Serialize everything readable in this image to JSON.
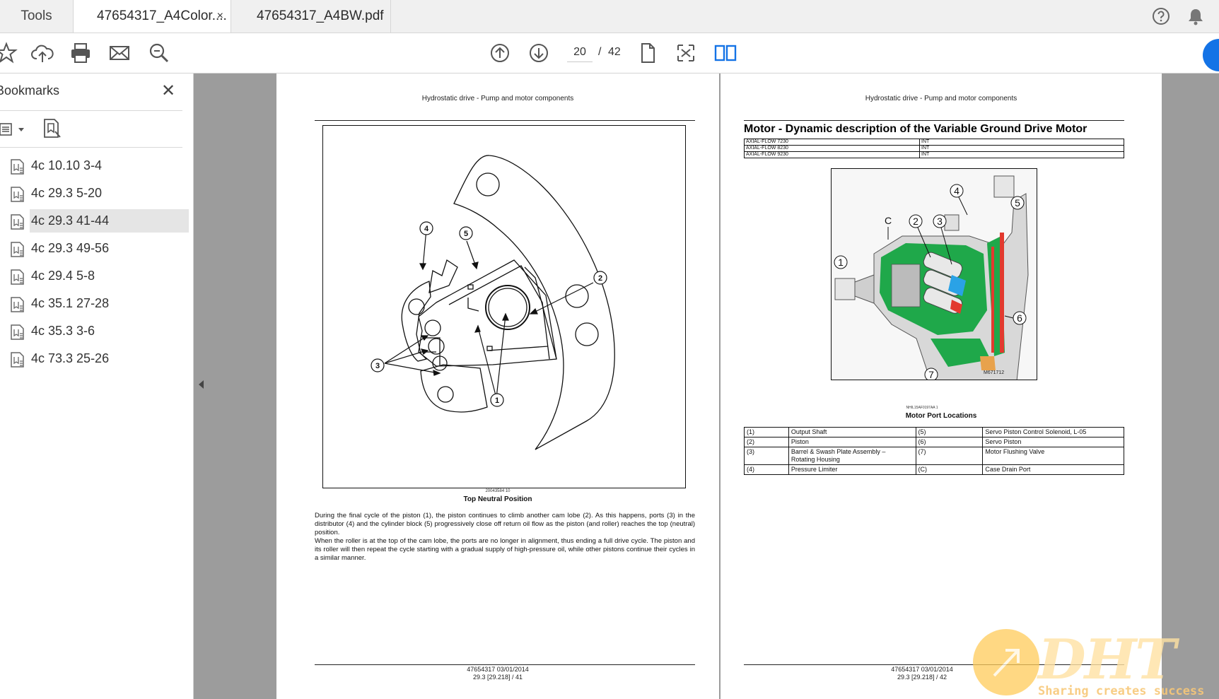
{
  "tabs": {
    "tools": "Tools",
    "doc1": "47654317_A4Color....",
    "doc1_close": "×",
    "doc2": "47654317_A4BW.pdf"
  },
  "toolbar": {
    "current_page": "20",
    "separator": "/",
    "total_pages": "42"
  },
  "sidebar": {
    "title": "Bookmarks",
    "close": "✕",
    "items": [
      {
        "label": "4c 10.10 3-4"
      },
      {
        "label": "4c 29.3 5-20"
      },
      {
        "label": "4c 29.3 41-44",
        "selected": true
      },
      {
        "label": "4c 29.3 49-56"
      },
      {
        "label": "4c 29.4 5-8"
      },
      {
        "label": "4c 35.1 27-28"
      },
      {
        "label": "4c 35.3 3-6"
      },
      {
        "label": "4c 73.3 25-26"
      }
    ]
  },
  "page1": {
    "header": "Hydrostatic drive - Pump and motor components",
    "figure_code": "20043584     10",
    "caption": "Top Neutral Position",
    "callouts": [
      "1",
      "2",
      "3",
      "4",
      "5"
    ],
    "para1": "During the final cycle of the piston (1), the piston continues to climb another cam lobe (2). As this happens, ports (3) in the distributor (4) and the cylinder block (5) progressively close off return oil flow as the piston (and roller) reaches the top (neutral) position.",
    "para2": "When the roller is at the top of the cam lobe, the ports are no longer in alignment, thus ending a full drive cycle. The piston and its roller will then repeat the cycle starting with a gradual supply of high-pressure oil, while other pistons continue their cycles in a similar manner.",
    "footer_line1": "47654317 03/01/2014",
    "footer_line2": "29.3 [29.218] / 41"
  },
  "page2": {
    "header": "Hydrostatic drive - Pump and motor components",
    "title": "Motor - Dynamic description of the Variable Ground Drive Motor",
    "models": [
      {
        "name": "AXIAL-FLOW 7230",
        "value": "INT"
      },
      {
        "name": "AXIAL-FLOW 8230",
        "value": "INT"
      },
      {
        "name": "AXIAL-FLOW 9230",
        "value": "INT"
      }
    ],
    "figure_label": "M671712",
    "callouts": [
      "1",
      "2",
      "3",
      "4",
      "5",
      "6",
      "7",
      "C"
    ],
    "figure_code": "NHIL15AF0197AA     1",
    "caption": "Motor Port Locations",
    "parts": [
      {
        "n1": "(1)",
        "d1": "Output Shaft",
        "n2": "(5)",
        "d2": "Servo Piston Control Solenoid, L-05"
      },
      {
        "n1": "(2)",
        "d1": "Piston",
        "n2": "(6)",
        "d2": "Servo Piston"
      },
      {
        "n1": "(3)",
        "d1": "Barrel & Swash Plate Assembly –",
        "d1b": "Rotating Housing",
        "n2": "(7)",
        "d2": "Motor Flushing Valve"
      },
      {
        "n1": "(4)",
        "d1": "Pressure Limiter",
        "n2": "(C)",
        "d2": "Case Drain Port"
      }
    ],
    "footer_line1": "47654317 03/01/2014",
    "footer_line2": "29.3 [29.218] / 42"
  },
  "watermark": {
    "brand": "DHT",
    "slogan": "Sharing creates success"
  },
  "colors": {
    "accent_blue": "#1473e6",
    "motor_green": "#1fa84a",
    "motor_blue": "#2aa2e6",
    "motor_red": "#e23a2f"
  }
}
